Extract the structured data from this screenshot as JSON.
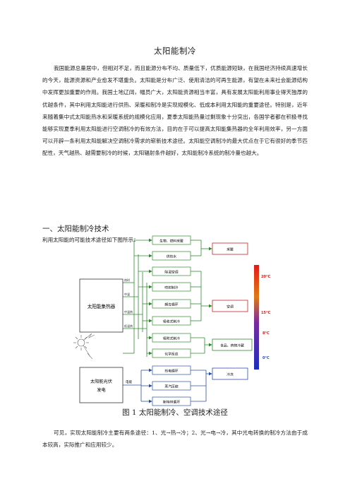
{
  "title": "太阳能制冷",
  "intro_paragraph": "我国能源总量居中，但相对不足，而且能源分布不均、质量低下，优质能源短缺，在我国经济持续高速增长的今天，能源资源和产业愈发不堪重负。太阳能是分布广泛、使用清洁的可再生能源，有望在未来社会能源结构中发挥更加重要的作用。我国土地辽阔，幅员广大，太阳能资源相当丰富，具有发展太阳能利用事业得天独厚的优越条件，其中利用太阳能进行供热、采暖和制冷是实现规模化、低成本利用太阳能的重要途径。特别是，近年来随着集中式太阳能热水和采暖系统的规模化应用，夏季太阳能热量过剩现象十分突出，各国学者都在积极寻找能够实现夏季利用太阳能进行空调制冷的有效方法，目的在于可以提高太阳能集热器的全年利用效率，另一方面可以开辟一条利用太阳能解决空调制冷需求的崭新技术途径。太阳能空调制冷的最大优点在于它有很好的季节匹配性，天气越热、越需要制冷的时候，太阳辐射条件越好，太阳能制冷系统的制冷量也越大。",
  "section_heading": "一、太阳能制冷技术",
  "section_intro": "利用太阳能的可能技术途径如下图所示：",
  "diagram": {
    "left_boxes": [
      "太阳能集热器",
      "太阳能光伏发电"
    ],
    "collector_side_labels": [
      "热时",
      "中温",
      "中温热",
      "低温热"
    ],
    "pv_output_label": "电能",
    "middle_boxes": [
      "生物、燃料采暖",
      "供热水",
      "除湿空调",
      "喷射制冷",
      "朗肯循环",
      "吸收式制冷",
      "吸附式制冷",
      "化学反应",
      "热电循环",
      "蒸汽压缩",
      "斯特林循环"
    ],
    "right_boxes": [
      "采暖",
      "空调",
      "食品、药物冷藏",
      "冷冻"
    ],
    "temperature_labels": [
      "20°C",
      "15°C",
      "8°C",
      "0°C"
    ]
  },
  "figure_caption": "图 1 太阳能制冷、空调技术途径",
  "closing_paragraph": "可见，实现太阳能制冷主要有两条途径：1、光→热→冷；2、光→电→冷，其中光电转换的制冷方法由于成本较高，实际推广和应用较少。",
  "colors": {
    "green_line": "#2e8b2e",
    "red_box": "#cc2222",
    "blue_line": "#2a4fa8",
    "dark_line": "#333333"
  }
}
